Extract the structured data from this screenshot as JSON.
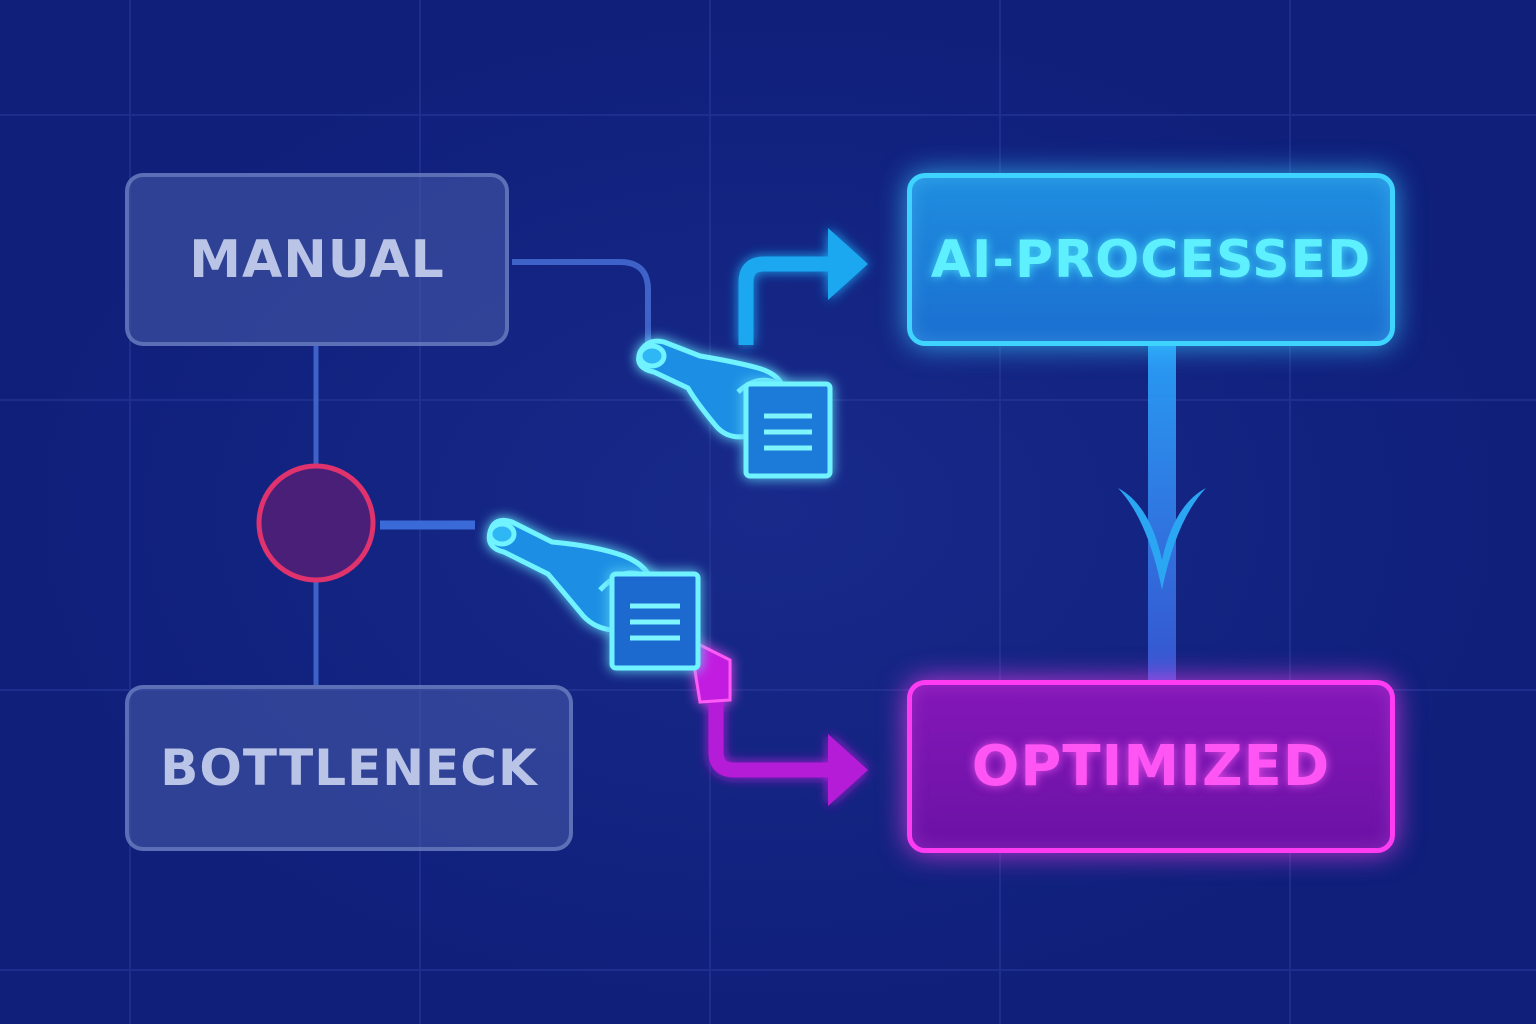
{
  "nodes": {
    "manual": "MANUAL",
    "bottleneck": "BOTTLENECK",
    "ai_processed": "AI-PROCESSED",
    "optimized": "OPTIMIZED"
  },
  "colors": {
    "background": "#0f1f7a",
    "muted_box": "#485caa",
    "ai_accent": "#3fd4ff",
    "optimized_accent": "#ff3cf2",
    "bottleneck_node": "#e0336e"
  },
  "icons": {
    "arm_upper": "robotic-arm-icon",
    "doc_upper": "document-icon",
    "arm_lower": "robotic-arm-icon",
    "doc_lower": "document-icon",
    "bottleneck_node": "circle-node-icon"
  }
}
